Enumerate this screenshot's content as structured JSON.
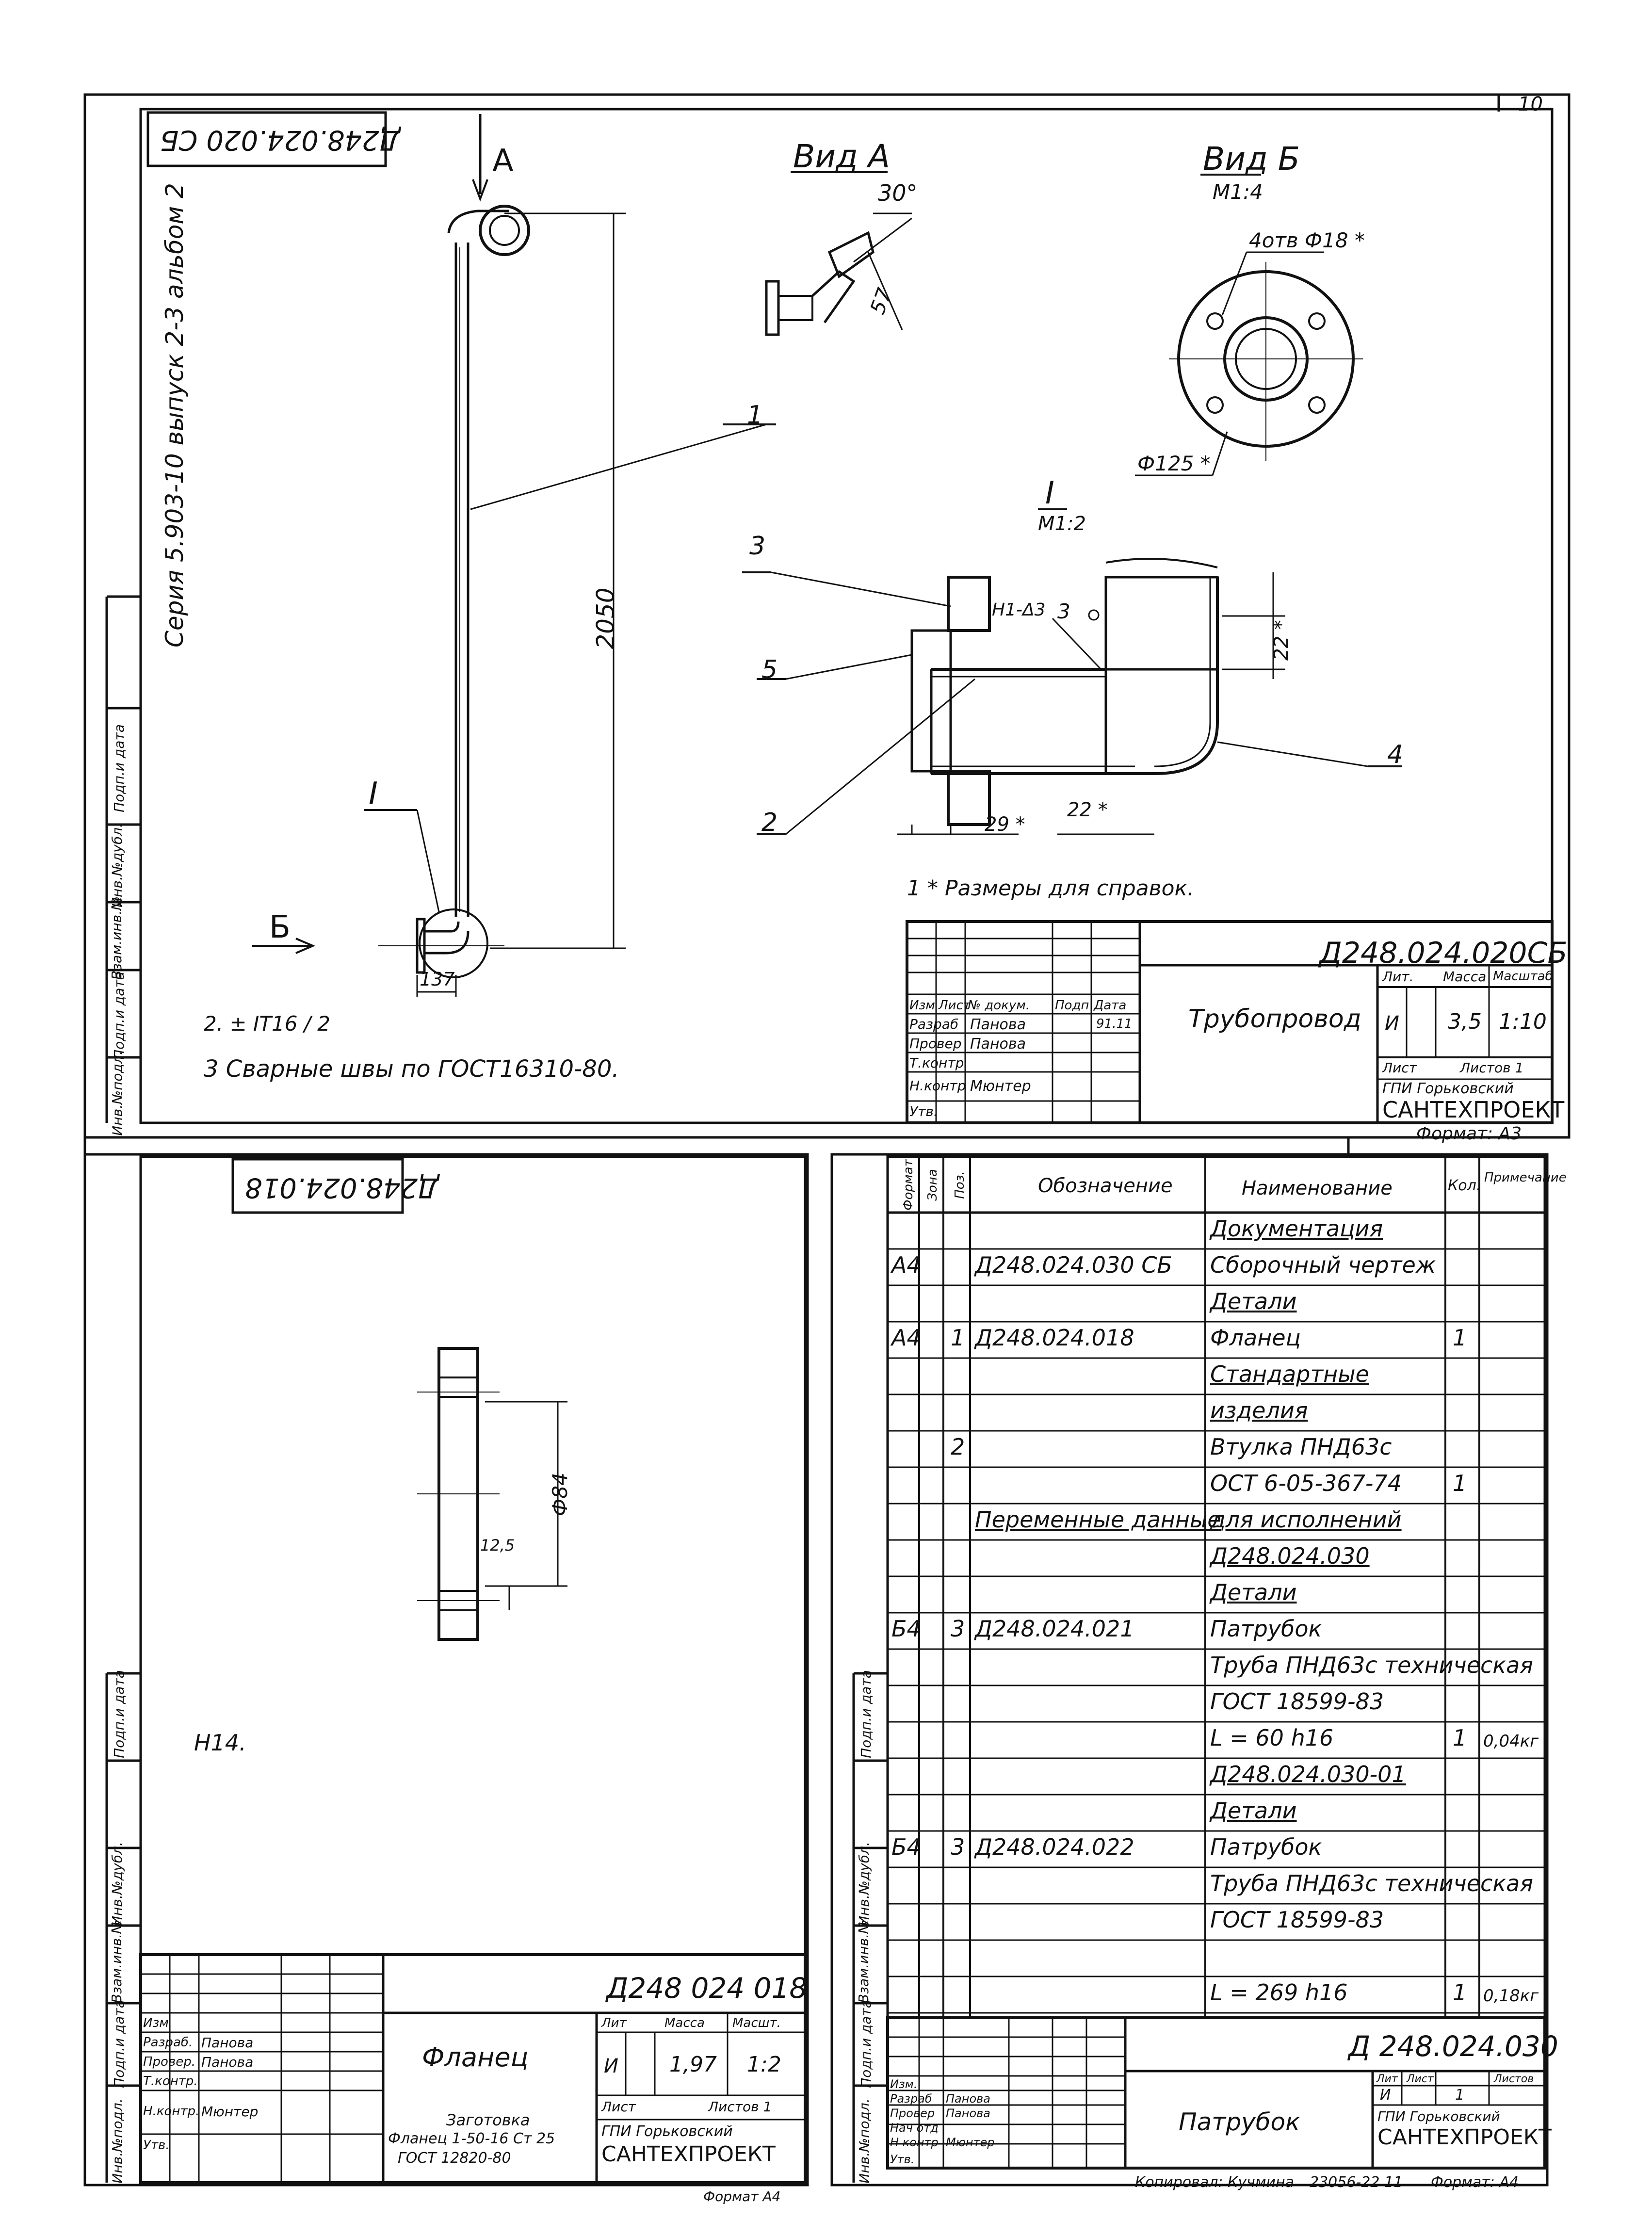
{
  "page_number": "10",
  "top_sheet": {
    "code_box": "Д248.024.020 СБ",
    "side_text": "Серия 5.903-10 выпуск 2-3 альбом 2",
    "view_a": "Вид А",
    "view_a_angle": "30°",
    "view_a_dim": "57",
    "view_b": "Вид Б",
    "view_b_scale": "М1:4",
    "view_b_holes": "4отв Ф18 *",
    "view_b_dia": "Ф125 *",
    "detail_mark": "I",
    "detail_scale": "М1:2",
    "arrow_a": "А",
    "arrow_b": "Б",
    "length_dim": "2050",
    "offset_dim": "137",
    "weld_label": "Н1-Δ3",
    "dim_22_v": "22 *",
    "dim_29": "29 *",
    "dim_22_h": "22 *",
    "pos": [
      "1",
      "2",
      "3",
      "3",
      "4",
      "5"
    ],
    "note_ref": "1 * Размеры для справок.",
    "note_2": "2. ± IT16 / 2",
    "note_3": "3 Сварные швы по ГОСТ16310-80.",
    "title_code": "Д248.024.020СБ",
    "title_name": "Трубопровод",
    "tb_head": [
      "Изм",
      "Лист",
      "№ докум.",
      "Подп",
      "Дата"
    ],
    "tb_roles": [
      "Разраб",
      "Провер",
      "Т.контр",
      "Н.контр",
      "Утв."
    ],
    "tb_names": [
      "Панова",
      "Панова",
      "",
      "Мюнтер",
      ""
    ],
    "tb_date": "91.11",
    "lit_h": "Лит.",
    "mass_h": "Масса",
    "scale_h": "Масштаб",
    "lit": "И",
    "mass": "3,5",
    "scale": "1:10",
    "sheet_h": "Лист",
    "sheets_h": "Листов 1",
    "org_1": "ГПИ Горьковский",
    "org_2": "САНТЕХПРОЕКТ",
    "format": "Формат: А3",
    "stamp_col": [
      "Инв.№подл.",
      "Подп.и дата",
      "Взам.инв.№",
      "Инв.№дубл.",
      "Подп.и дата"
    ]
  },
  "bottom_left": {
    "code_box": "Д248.024.018",
    "dim_dia": "Ф84",
    "dim_w": "12,5",
    "note": "Н14.",
    "title_code": "Д248 024 018",
    "title_name": "Фланец",
    "tb_roles": [
      "Изм",
      "Разраб.",
      "Провер.",
      "Т.контр.",
      "Н.контр.",
      "Утв."
    ],
    "tb_names": [
      "",
      "Панова",
      "Панова",
      "",
      "Мюнтер",
      ""
    ],
    "lit_h": "Лит",
    "mass_h": "Масса",
    "scale_h": "Масшт.",
    "lit": "И",
    "mass": "1,97",
    "scale": "1:2",
    "sheet_h": "Лист",
    "sheets_h": "Листов 1",
    "blank_1": "Заготовка",
    "blank_2": "Фланец 1-50-16 Ст 25",
    "blank_3": "ГОСТ 12820-80",
    "org_1": "ГПИ Горьковский",
    "org_2": "САНТЕХПРОЕКТ",
    "format": "Формат А4",
    "stamp_col": [
      "Инв.№подл.",
      "Подп.и дата",
      "Взам.инв.№",
      "Инв.№дубл.",
      "Подп.и дата"
    ]
  },
  "spec": {
    "headers": [
      "Формат",
      "Зона",
      "Поз.",
      "Обозначение",
      "Наименование",
      "Кол.",
      "Примечание"
    ],
    "rows": [
      {
        "fmt": "",
        "zone": "",
        "pos": "",
        "code": "",
        "name": "Документация",
        "qty": "",
        "note": "",
        "u": true
      },
      {
        "fmt": "А4",
        "zone": "",
        "pos": "",
        "code": "Д248.024.030 СБ",
        "name": "Сборочный чертеж",
        "qty": "",
        "note": "",
        "u": false
      },
      {
        "fmt": "",
        "zone": "",
        "pos": "",
        "code": "",
        "name": "Детали",
        "qty": "",
        "note": "",
        "u": true
      },
      {
        "fmt": "А4",
        "zone": "",
        "pos": "1",
        "code": "Д248.024.018",
        "name": "Фланец",
        "qty": "1",
        "note": "",
        "u": false
      },
      {
        "fmt": "",
        "zone": "",
        "pos": "",
        "code": "",
        "name": "Стандартные",
        "qty": "",
        "note": "",
        "u": true
      },
      {
        "fmt": "",
        "zone": "",
        "pos": "",
        "code": "",
        "name": "изделия",
        "qty": "",
        "note": "",
        "u": true
      },
      {
        "fmt": "",
        "zone": "",
        "pos": "2",
        "code": "",
        "name": "Втулка ПНД63с",
        "qty": "",
        "note": "",
        "u": false
      },
      {
        "fmt": "",
        "zone": "",
        "pos": "",
        "code": "",
        "name": "ОСТ 6-05-367-74",
        "qty": "1",
        "note": "",
        "u": false
      },
      {
        "fmt": "",
        "zone": "",
        "pos": "",
        "code": "Переменные данные",
        "name": "для исполнений",
        "qty": "",
        "note": "",
        "u": true
      },
      {
        "fmt": "",
        "zone": "",
        "pos": "",
        "code": "",
        "name": "Д248.024.030",
        "qty": "",
        "note": "",
        "u": true
      },
      {
        "fmt": "",
        "zone": "",
        "pos": "",
        "code": "",
        "name": "Детали",
        "qty": "",
        "note": "",
        "u": true
      },
      {
        "fmt": "Б4",
        "zone": "",
        "pos": "3",
        "code": "Д248.024.021",
        "name": "Патрубок",
        "qty": "",
        "note": "",
        "u": false
      },
      {
        "fmt": "",
        "zone": "",
        "pos": "",
        "code": "",
        "name": "Труба ПНД63с техническая",
        "qty": "",
        "note": "",
        "u": false
      },
      {
        "fmt": "",
        "zone": "",
        "pos": "",
        "code": "",
        "name": "ГОСТ 18599-83",
        "qty": "",
        "note": "",
        "u": false
      },
      {
        "fmt": "",
        "zone": "",
        "pos": "",
        "code": "",
        "name": "L = 60 h16",
        "qty": "1",
        "note": "0,04кг",
        "u": false
      },
      {
        "fmt": "",
        "zone": "",
        "pos": "",
        "code": "",
        "name": "Д248.024.030-01",
        "qty": "",
        "note": "",
        "u": true
      },
      {
        "fmt": "",
        "zone": "",
        "pos": "",
        "code": "",
        "name": "Детали",
        "qty": "",
        "note": "",
        "u": true
      },
      {
        "fmt": "Б4",
        "zone": "",
        "pos": "3",
        "code": "Д248.024.022",
        "name": "Патрубок",
        "qty": "",
        "note": "",
        "u": false
      },
      {
        "fmt": "",
        "zone": "",
        "pos": "",
        "code": "",
        "name": "Труба ПНД63с техническая",
        "qty": "",
        "note": "",
        "u": false
      },
      {
        "fmt": "",
        "zone": "",
        "pos": "",
        "code": "",
        "name": "ГОСТ 18599-83",
        "qty": "",
        "note": "",
        "u": false
      },
      {
        "fmt": "",
        "zone": "",
        "pos": "",
        "code": "",
        "name": "",
        "qty": "",
        "note": "",
        "u": false
      },
      {
        "fmt": "",
        "zone": "",
        "pos": "",
        "code": "",
        "name": "L = 269 h16",
        "qty": "1",
        "note": "0,18кг",
        "u": false
      }
    ],
    "title_code": "Д 248.024.030",
    "title_name": "Патрубок",
    "tb_roles": [
      "Изм.",
      "Разраб",
      "Провер",
      "Нач отд",
      "Н контр",
      "Утв."
    ],
    "tb_names": [
      "",
      "Панова",
      "Панова",
      "",
      "Мюнтер",
      ""
    ],
    "lit_h": "Лит",
    "sheet_h": "Лист",
    "sheets_h": "Листов",
    "lit": "И",
    "sheet": "1",
    "org_1": "ГПИ Горьковский",
    "org_2": "САНТЕХПРОЕКТ",
    "copied": "Копировал: Кучмина",
    "order": "23056-22 11",
    "format": "Формат: А4",
    "stamp_col": [
      "Инв.№подл.",
      "Подп.и дата",
      "Взам.инв.№",
      "Инв.№дубл.",
      "Подп.и дата"
    ]
  }
}
